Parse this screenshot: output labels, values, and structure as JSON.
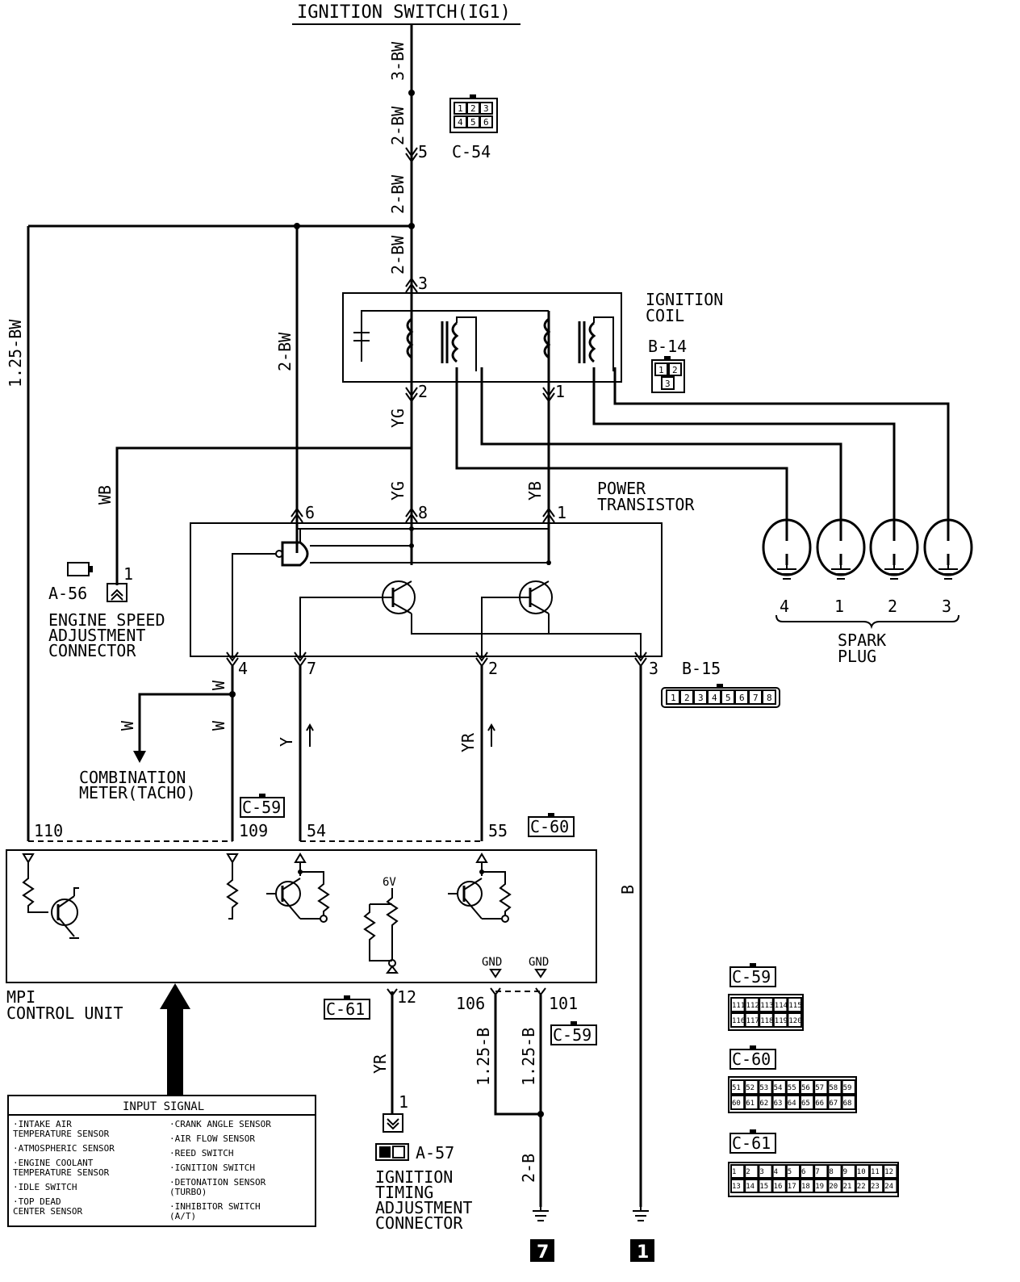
{
  "title": "IGNITION SWITCH(IG1)",
  "wires": {
    "w_3bw": "3-BW",
    "w_2bw_a": "2-BW",
    "w_2bw_b": "2-BW",
    "w_2bw_c": "2-BW",
    "w_2bw_left": "2-BW",
    "w_125bw": "1.25-BW",
    "w_yg_a": "YG",
    "w_yg_b": "YG",
    "w_yb": "YB",
    "w_wb": "WB",
    "w_w_a": "W",
    "w_w_b": "W",
    "w_w_c": "W",
    "w_y": "Y",
    "w_yr_a": "YR",
    "w_yr_b": "YR",
    "w_b": "B",
    "w_125b_a": "1.25-B",
    "w_125b_b": "1.25-B",
    "w_2b": "2-B"
  },
  "pins": {
    "p5": "5",
    "p3": "3",
    "p2": "2",
    "p1": "1",
    "p6": "6",
    "p8": "8",
    "p1b": "1",
    "p4": "4",
    "p7": "7",
    "p2b": "2",
    "p3b": "3",
    "p_a56": "1",
    "p110": "110",
    "p109": "109",
    "p54": "54",
    "p55": "55",
    "p12": "12",
    "p106": "106",
    "p101": "101",
    "p_a57": "1"
  },
  "connectors": {
    "c54": "C-54",
    "b14": "B-14",
    "b15": "B-15",
    "a56": "A-56",
    "a57": "A-57",
    "c59_a": "C-59",
    "c60_a": "C-60",
    "c61_a": "C-61",
    "c59_b": "C-59",
    "c59_c": "C-59",
    "c60_b": "C-60",
    "c61_b": "C-61"
  },
  "components": {
    "ignition_coil": [
      "IGNITION",
      "COIL"
    ],
    "power_transistor": [
      "POWER",
      "TRANSISTOR"
    ],
    "spark_plug": [
      "SPARK",
      "PLUG"
    ],
    "plug_numbers": [
      "4",
      "1",
      "2",
      "3"
    ],
    "engine_speed": [
      "ENGINE SPEED",
      "ADJUSTMENT",
      "CONNECTOR"
    ],
    "combination_meter": [
      "COMBINATION",
      "METER(TACHO)"
    ],
    "mpi": [
      "MPI",
      "CONTROL UNIT"
    ],
    "ignition_timing": [
      "IGNITION",
      "TIMING",
      "ADJUSTMENT",
      "CONNECTOR"
    ],
    "v6": "6V",
    "gnd_a": "GND",
    "gnd_b": "GND"
  },
  "input_signal": {
    "title": "INPUT SIGNAL",
    "left": [
      "·INTAKE AIR",
      " TEMPERATURE SENSOR",
      "·ATMOSPHERIC SENSOR",
      "·ENGINE COOLANT",
      " TEMPERATURE SENSOR",
      "·IDLE SWITCH",
      "·TOP DEAD",
      " CENTER SENSOR"
    ],
    "right": [
      "·CRANK ANGLE SENSOR",
      "·AIR FLOW SENSOR",
      "·REED SWITCH",
      "·IGNITION SWITCH",
      "·DETONATION SENSOR",
      " (TURBO)",
      "·INHIBITOR SWITCH",
      " (A/T)"
    ]
  },
  "grounds": {
    "g7": "7",
    "g1": "1"
  },
  "connector_faces": {
    "c54": [
      "1",
      "2",
      "3",
      "4",
      "5",
      "6"
    ],
    "b14": [
      "1",
      "2",
      "3"
    ],
    "b15": [
      "1",
      "2",
      "3",
      "4",
      "5",
      "6",
      "7",
      "8"
    ],
    "c59": [
      "111",
      "112",
      "113",
      "114",
      "115",
      "116",
      "117",
      "118",
      "119",
      "120"
    ],
    "c60": [
      "51",
      "52",
      "53",
      "54",
      "55",
      "56",
      "57",
      "58",
      "59",
      "60",
      "61",
      "62",
      "63",
      "64",
      "65",
      "66",
      "67",
      "68"
    ],
    "c61": [
      "1",
      "2",
      "3",
      "4",
      "5",
      "6",
      "7",
      "8",
      "9",
      "10",
      "11",
      "12",
      "13",
      "14",
      "15",
      "16",
      "17",
      "18",
      "19",
      "20",
      "21",
      "22",
      "23",
      "24"
    ]
  }
}
